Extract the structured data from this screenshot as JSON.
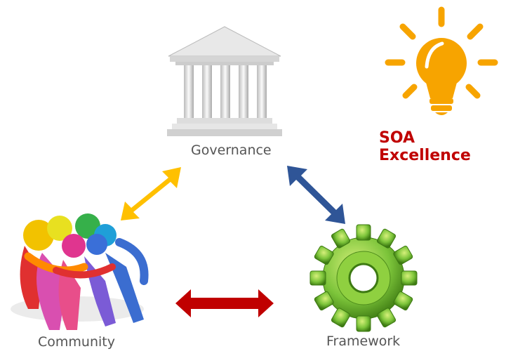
{
  "title": "SOA Excellence",
  "nodes": {
    "governance": "Governance",
    "community": "Community",
    "framework": "Framework"
  },
  "icons": {
    "governance": "building-columns-icon",
    "community": "people-group-icon",
    "framework": "gear-icon",
    "title": "lightbulb-icon"
  },
  "colors": {
    "title": "#c00000",
    "bulb": "#f7a400",
    "arrow_governance_community": "#ffc000",
    "arrow_governance_framework": "#2f5597",
    "arrow_community_framework": "#c00000",
    "gear": "#7cc43a"
  }
}
